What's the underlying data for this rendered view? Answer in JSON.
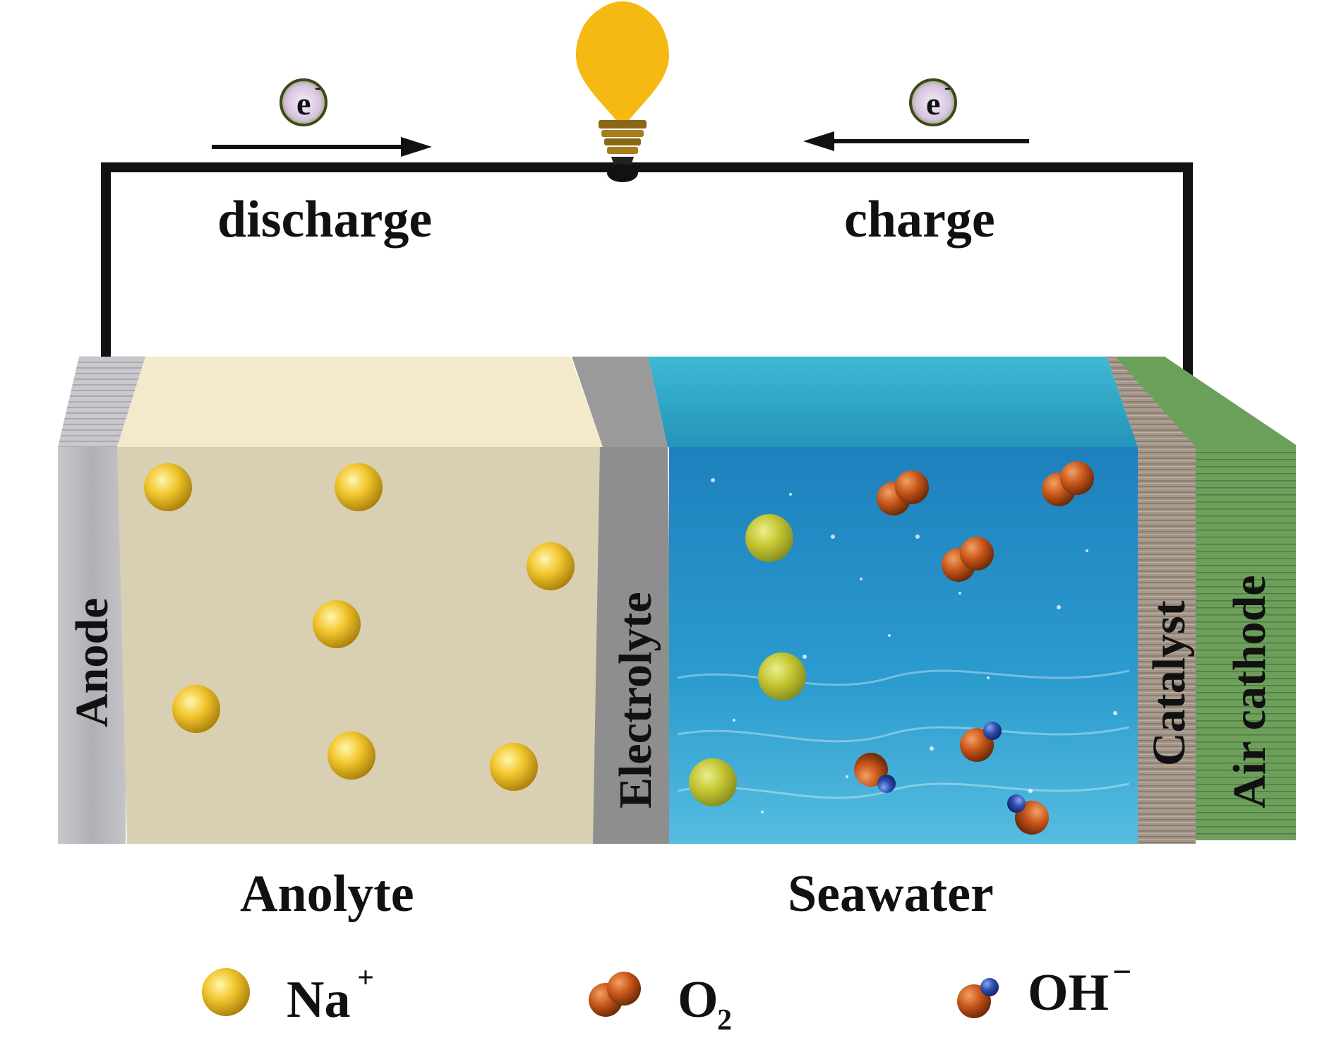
{
  "labels": {
    "electron": "e",
    "electron_charge": "-",
    "discharge": "discharge",
    "charge": "charge",
    "anode": "Anode",
    "electrolyte": "Electrolyte",
    "catalyst": "Catalyst",
    "air_cathode": "Air cathode",
    "anolyte": "Anolyte",
    "seawater": "Seawater"
  },
  "legend": {
    "na_base": "Na",
    "na_sup": "+",
    "o2_base": "O",
    "o2_sub": "2",
    "oh_base": "OH",
    "oh_sup": "−"
  },
  "colors": {
    "wire": "#111111",
    "anode": "#b9b9bd",
    "anolyte": "#d9cfb2",
    "anolyte_top": "#f5e9cc",
    "electrolyte": "#8e8e8e",
    "seawater": "#2f9fd0",
    "seawater_top": "#3ab0cf",
    "catalyst": "#a89a8c",
    "air_cathode": "#6fa15f",
    "na_ion": "#f1c232",
    "o2": "#c0571c",
    "oh_small": "#2c4da8",
    "bulb": "#f5b914",
    "electron_bubble": "#d9c8e0"
  }
}
